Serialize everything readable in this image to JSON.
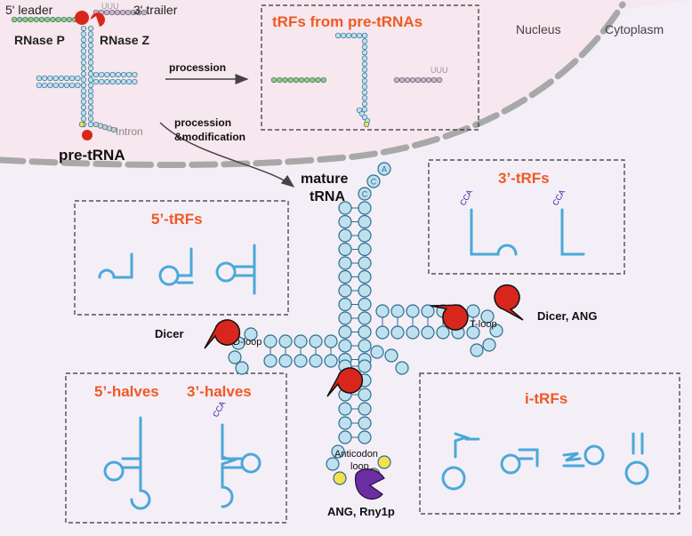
{
  "regions": {
    "nucleus": "Nucleus",
    "cytoplasm": "Cytoplasm"
  },
  "pre_trna": {
    "label": "pre-tRNA",
    "leader": "5' leader",
    "trailer": "3' trailer",
    "rnase_p": "RNase P",
    "rnase_z": "RNase Z",
    "intron": "Intron",
    "uuu": "UUU"
  },
  "arrows": {
    "procession": "procession",
    "mod_line1": "procession",
    "mod_line2": "&modification"
  },
  "boxes": {
    "pre_trfs": "tRFs from pre-tRNAs",
    "five_trfs": "5’-tRFs",
    "three_trfs": "3’-tRFs",
    "halves_five": "5’-halves",
    "halves_three": "3’-halves",
    "i_trfs": "i-tRFs"
  },
  "mature": {
    "line1": "mature",
    "line2": "tRNA",
    "cca": [
      "C",
      "C",
      "A"
    ],
    "d_loop": "D-loop",
    "t_loop": "T-loop",
    "anticodon1": "Anticodon",
    "anticodon2": "loop"
  },
  "enzymes": {
    "dicer_left": "Dicer",
    "dicer_ang": "Dicer, ANG",
    "ang_rny1p": "ANG, Rny1p"
  },
  "cca_tag": "CCA",
  "colors": {
    "nucleus_bg": "#f7e7ee",
    "cytoplasm_bg": "#f4eef7",
    "membrane": "#a8a8a8",
    "bead": "#bfe0ef",
    "bead_stroke": "#2d6f8f",
    "leader_bead": "#9acb6a",
    "trailer_bead": "#e8a9b4",
    "title_orange": "#ee5a24",
    "fragment_blue": "#4aa8d8",
    "enzyme_red": "#d9261c",
    "rny1p_purple": "#6b2ea0",
    "anticodon_yellow": "#f3e04a"
  }
}
